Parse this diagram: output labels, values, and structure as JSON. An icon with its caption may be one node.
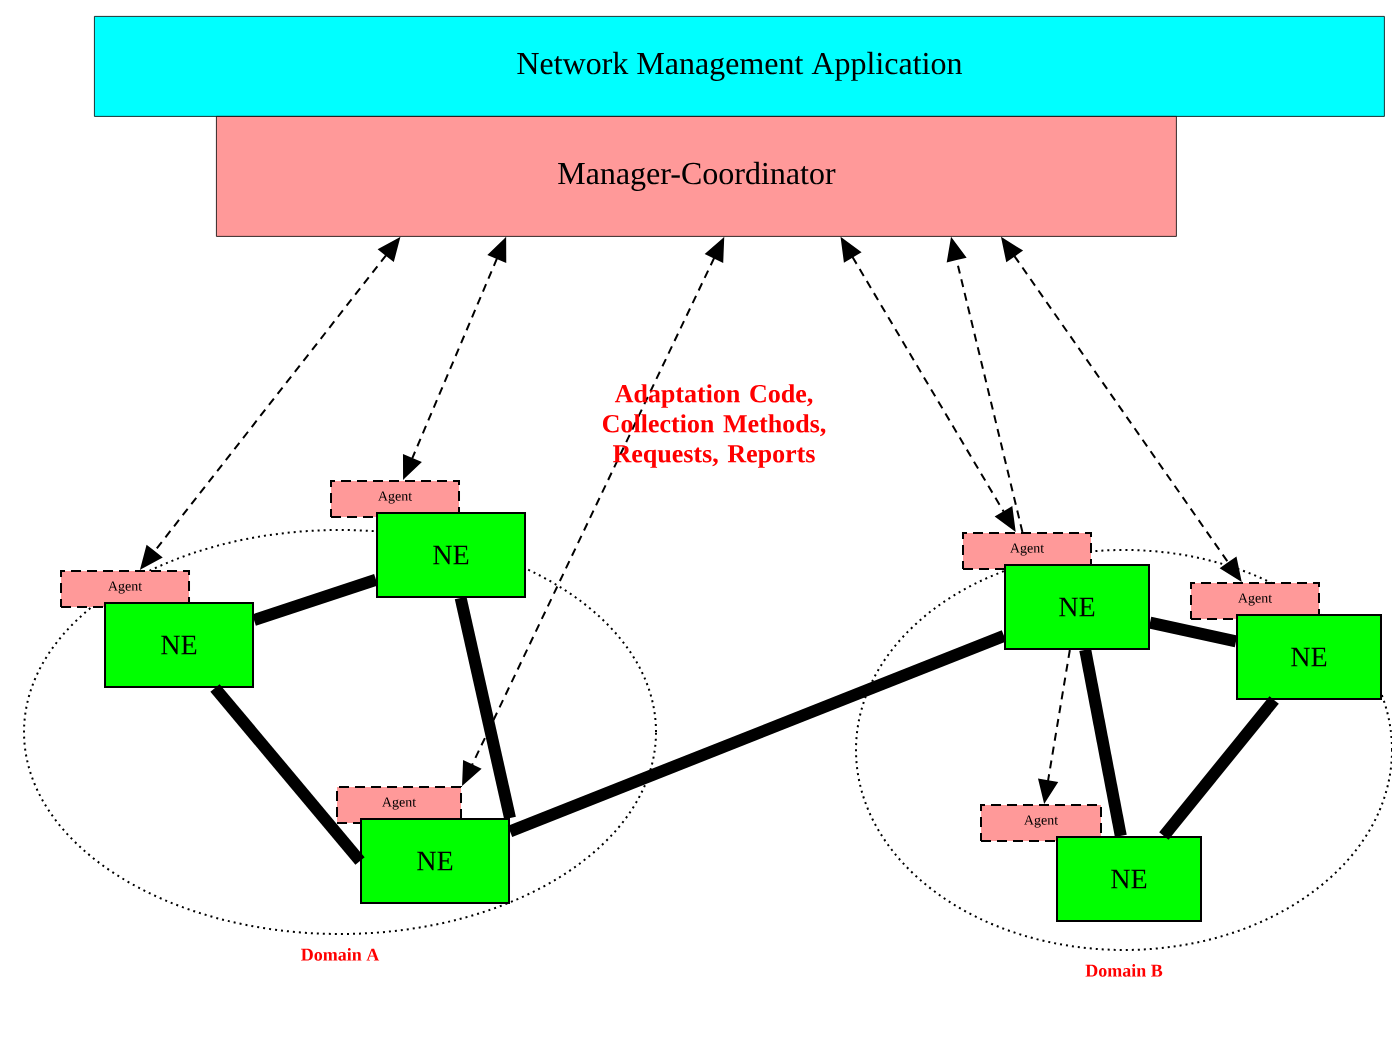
{
  "diagram": {
    "nodes": [
      {
        "text": [
          "Network Management Application"
        ]
      },
      {
        "text": [
          "Manager-Coordinator"
        ]
      },
      {
        "text": [
          "Domain A"
        ]
      },
      {
        "text": [
          "Agent"
        ],
        "in": 2
      },
      {
        "text": [
          "NE"
        ],
        "in": 2
      },
      {
        "text": [
          "Agent"
        ]
      },
      {
        "text": [
          "NE"
        ],
        "in": 2
      },
      {
        "text": [
          "Agent"
        ],
        "in": 2
      },
      {
        "text": [
          "NE"
        ],
        "in": 2
      },
      {
        "text": [
          "Domain B"
        ]
      },
      {
        "text": [
          "Agent"
        ]
      },
      {
        "text": [
          "NE"
        ],
        "in": 9
      },
      {
        "text": [
          "Agent"
        ],
        "in": 9
      },
      {
        "text": [
          "NE"
        ],
        "in": 9
      },
      {
        "text": [
          "Agent"
        ],
        "in": 9
      },
      {
        "text": [
          "NE"
        ],
        "in": 9
      }
    ],
    "edges": [
      {
        "from": 1,
        "to": 3,
        "arrow": "both",
        "style": "dashed"
      },
      {
        "from": 1,
        "to": 5,
        "arrow": "both",
        "style": "dashed"
      },
      {
        "from": 1,
        "to": 7,
        "arrow": "both",
        "style": "dashed"
      },
      {
        "from": 1,
        "to": 10,
        "arrow": "both",
        "style": "dashed"
      },
      {
        "from": 10,
        "to": 1,
        "arrow": "to",
        "style": "dashed"
      },
      {
        "from": 1,
        "to": 12,
        "arrow": "both",
        "style": "dashed"
      },
      {
        "from": 11,
        "to": 14,
        "arrow": "to",
        "style": "dashed"
      },
      {
        "from": 4,
        "to": 6,
        "arrow": "none",
        "style": "thick"
      },
      {
        "from": 4,
        "to": 8,
        "arrow": "none",
        "style": "thick"
      },
      {
        "from": 6,
        "to": 8,
        "arrow": "none",
        "style": "thick"
      },
      {
        "from": 8,
        "to": 11,
        "arrow": "none",
        "style": "thick"
      },
      {
        "from": 11,
        "to": 13,
        "arrow": "none",
        "style": "thick"
      },
      {
        "from": 11,
        "to": 15,
        "arrow": "none",
        "style": "thick"
      },
      {
        "from": 13,
        "to": 15,
        "arrow": "none",
        "style": "thick"
      }
    ],
    "labels": [
      "Adaptation Code, Collection Methods, Requests, Reports"
    ]
  }
}
